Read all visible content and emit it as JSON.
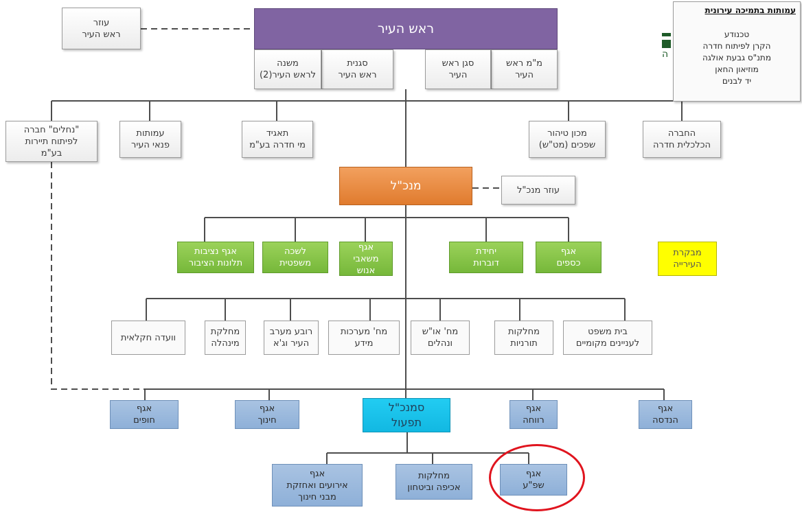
{
  "mayor": "ראש העיר",
  "mayor_assistant": "עוזר\nראש העיר",
  "deputies": {
    "deputy_mayor_acting": "מ\"מ ראש\nהעיר",
    "deputy_mayor": "סגן ראש\nהעיר",
    "mayor_vice_f": "סגנית\nראש העיר",
    "mayor_deputy2": "משנה\nלראש העיר(2)"
  },
  "side_panel": {
    "title": "עמותות בתמיכה עירונית",
    "items": [
      "טכנודע",
      "הקרן לפיתוח חדרה",
      "מתנ\"ס גבעת אולגה",
      "מוזיאון החאן",
      "יד לבנים"
    ]
  },
  "logo_fragment_letter": "ה",
  "companies": {
    "economic_company": "החברה\nהכלכלית חדרה",
    "sewage_plant": "מכון טיהור\nשפכים (מט\"ש)",
    "water_corp": "תאגיד\nמי חדרה בע\"מ",
    "associations": "עמותות\nפנאי העיר",
    "nechalim": "\"נחלים\" חברה\nלפיתוח תיירות\nבע\"מ"
  },
  "ceo": "מנכ\"ל",
  "ceo_assistant": "עוזר מנכ\"ל",
  "green_units": {
    "finance_division": "אגף\nכספים",
    "spokesperson_unit": "יחידת\nדוברות",
    "hr_division": "אגף\nמשאבי\nאנוש",
    "legal_bureau": "לשכה\nמשפטית",
    "ombudsman_division": "אגף נציבות\nתלונות הציבור"
  },
  "comptroller": "מבקרת\nהעירייה",
  "departments": {
    "local_court": "בית משפט\nלעניינים מקומיים",
    "rabbinical_depts": "מחלקות\nתורניות",
    "roads_parks": "מח' או\"ש\nונהלים",
    "it_systems": "מח' מערכות\nמידע",
    "west_quarter": "רובע מערב\nהעיר וג'א",
    "admin_dept": "מחלקת\nמינהלה",
    "agri_committee": "וועדה חקלאית"
  },
  "divisions": {
    "engineering": "אגף\nהנדסה",
    "welfare": "אגף\nרווחה",
    "operations_deputy": "סמנכ\"ל\nתפעול",
    "education": "אגף\nחינוך",
    "beaches": "אגף\nחופים"
  },
  "operations_units": {
    "shefa_division": "אגף\nשפ\"ע",
    "enforcement_security": "מחלקות\nאכיפה וביטחון",
    "events_maintenance": "אגף\nאירועים ואחזקת\nמבני חינוך"
  }
}
